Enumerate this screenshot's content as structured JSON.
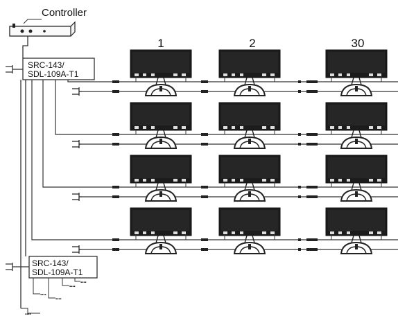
{
  "controller": {
    "label": "Controller"
  },
  "distributor_top": {
    "line1": "SRC-143/",
    "line2": "SDL-109A-T1"
  },
  "distributor_bottom": {
    "line1": "SRC-143/",
    "line2": "SDL-109A-T1"
  },
  "columns": [
    "1",
    "2",
    "30"
  ],
  "row_count": 4,
  "icons": {
    "unit": "monitor-icon",
    "plug": "power-plug-icon",
    "ellipsis": "ellipsis-dots"
  }
}
